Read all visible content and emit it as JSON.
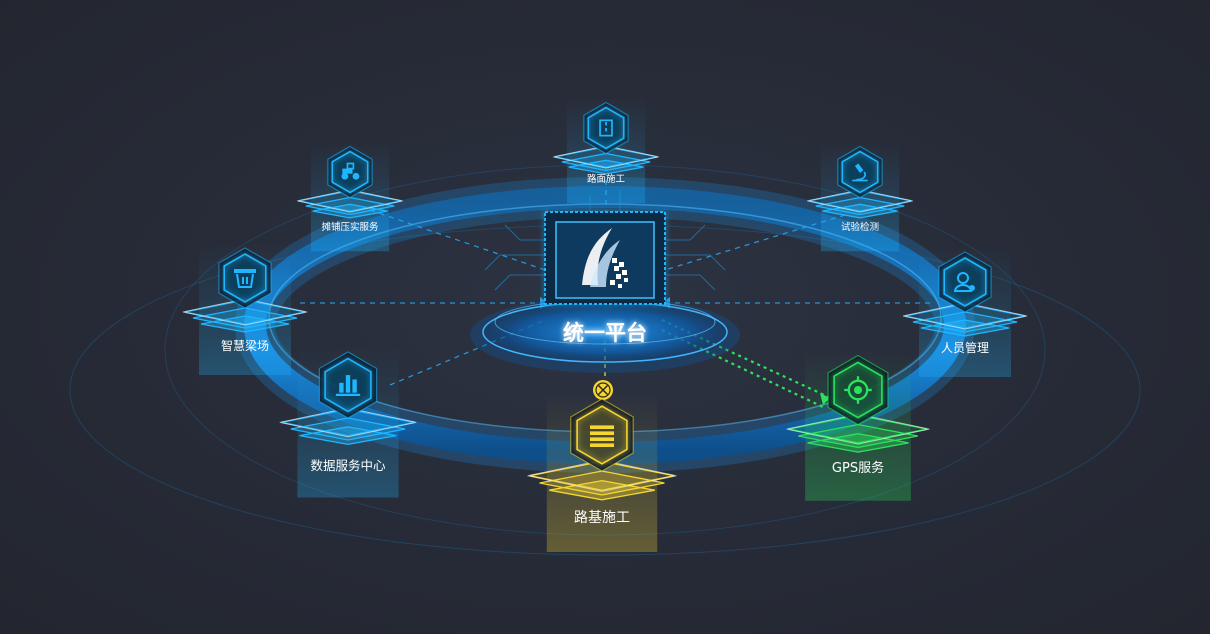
{
  "center": {
    "title": "统一平台"
  },
  "nodes": [
    {
      "id": "road-surface",
      "label": "路面施工",
      "icon": "road-icon",
      "color": "#1fb6ff"
    },
    {
      "id": "paving",
      "label": "摊铺压实服务",
      "icon": "roller-icon",
      "color": "#1fb6ff"
    },
    {
      "id": "testing",
      "label": "试验检测",
      "icon": "microscope-icon",
      "color": "#1fb6ff"
    },
    {
      "id": "beam-yard",
      "label": "智慧梁场",
      "icon": "beam-icon",
      "color": "#1fb6ff"
    },
    {
      "id": "personnel",
      "label": "人员管理",
      "icon": "user-gear-icon",
      "color": "#1fb6ff"
    },
    {
      "id": "data-center",
      "label": "数据服务中心",
      "icon": "bar-chart-icon",
      "color": "#1fb6ff"
    },
    {
      "id": "subgrade",
      "label": "路基施工",
      "icon": "layers-icon",
      "color": "#f5d630"
    },
    {
      "id": "gps",
      "label": "GPS服务",
      "icon": "target-icon",
      "color": "#29e35a"
    }
  ],
  "colors": {
    "blue": "#1fb6ff",
    "yellow": "#f5d630",
    "green": "#29e35a",
    "background": "#262a36"
  }
}
